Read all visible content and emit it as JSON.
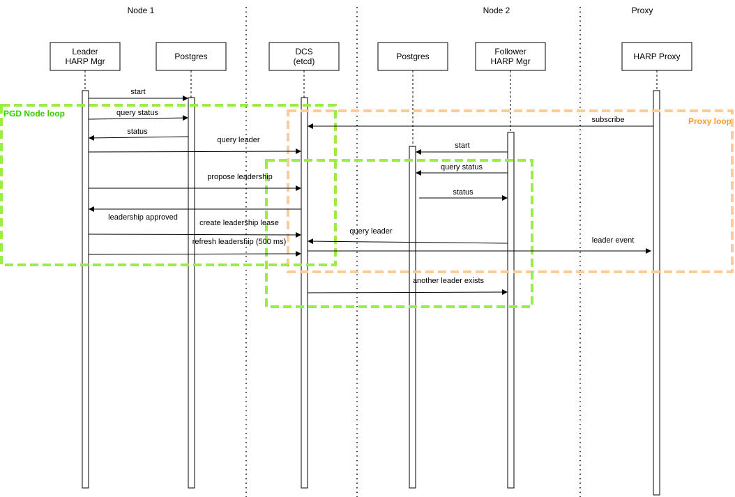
{
  "regions": {
    "node1": "Node 1",
    "node2": "Node 2",
    "proxy": "Proxy"
  },
  "participants": {
    "leader_harp_mgr": [
      "Leader",
      "HARP Mgr"
    ],
    "postgres_node1": [
      "Postgres"
    ],
    "dcs": [
      "DCS",
      "(etcd)"
    ],
    "postgres_node2": [
      "Postgres"
    ],
    "follower_harp_mgr": [
      "Follower",
      "HARP Mgr"
    ],
    "harp_proxy": [
      "HARP Proxy"
    ]
  },
  "loops": {
    "pgd_node_loop": "PGD Node loop",
    "proxy_loop": "Proxy loop"
  },
  "colors": {
    "pgd_loop": "#99ee44",
    "pgd_loop_text": "#33cc00",
    "proxy_loop": "#ffcc99",
    "proxy_loop_text": "#ff9933"
  },
  "messages": {
    "start_1": "start",
    "query_status_1": "query status",
    "status_1": "status",
    "query_leader_1": "query leader",
    "propose_leadership": "propose leadership",
    "leadership_approved": "leadership approved",
    "create_leadership_lease": "create leadership lease",
    "refresh_leadership": "refresh leadership (500 ms)",
    "subscribe": "subscribe",
    "start_2": "start",
    "query_status_2": "query status",
    "status_2": "status",
    "query_leader_2": "query leader",
    "leader_event": "leader event",
    "another_leader_exists": "another leader exists"
  }
}
